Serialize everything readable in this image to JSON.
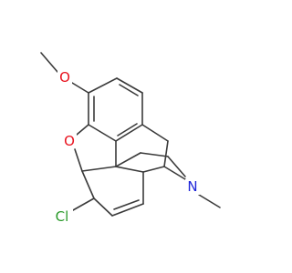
{
  "molecule": {
    "atoms": {
      "oxygen_methoxy": {
        "symbol": "O",
        "color": "#e8121e"
      },
      "oxygen_ether": {
        "symbol": "O",
        "color": "#e8121e"
      },
      "nitrogen": {
        "symbol": "N",
        "color": "#1f26d9"
      },
      "chlorine": {
        "symbol": "Cl",
        "color": "#2a9a2a"
      }
    },
    "bond_color": "#3a3a3a",
    "background": "#ffffff"
  }
}
